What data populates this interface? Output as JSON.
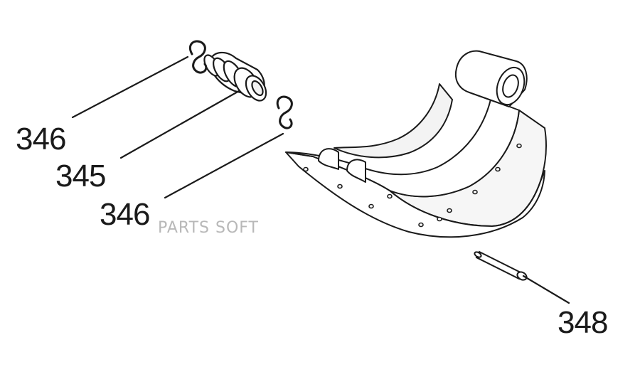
{
  "diagram": {
    "callouts": [
      {
        "id": "callout-346-upper",
        "text": "346"
      },
      {
        "id": "callout-345",
        "text": "345"
      },
      {
        "id": "callout-346-lower",
        "text": "346"
      },
      {
        "id": "callout-348",
        "text": "348"
      }
    ],
    "watermark": "PARTS SOFT",
    "colors": {
      "line": "#1a1a1a",
      "part_fill": "#ffffff",
      "shade": "#f3f3f3",
      "watermark": "#b8b8b8"
    }
  }
}
